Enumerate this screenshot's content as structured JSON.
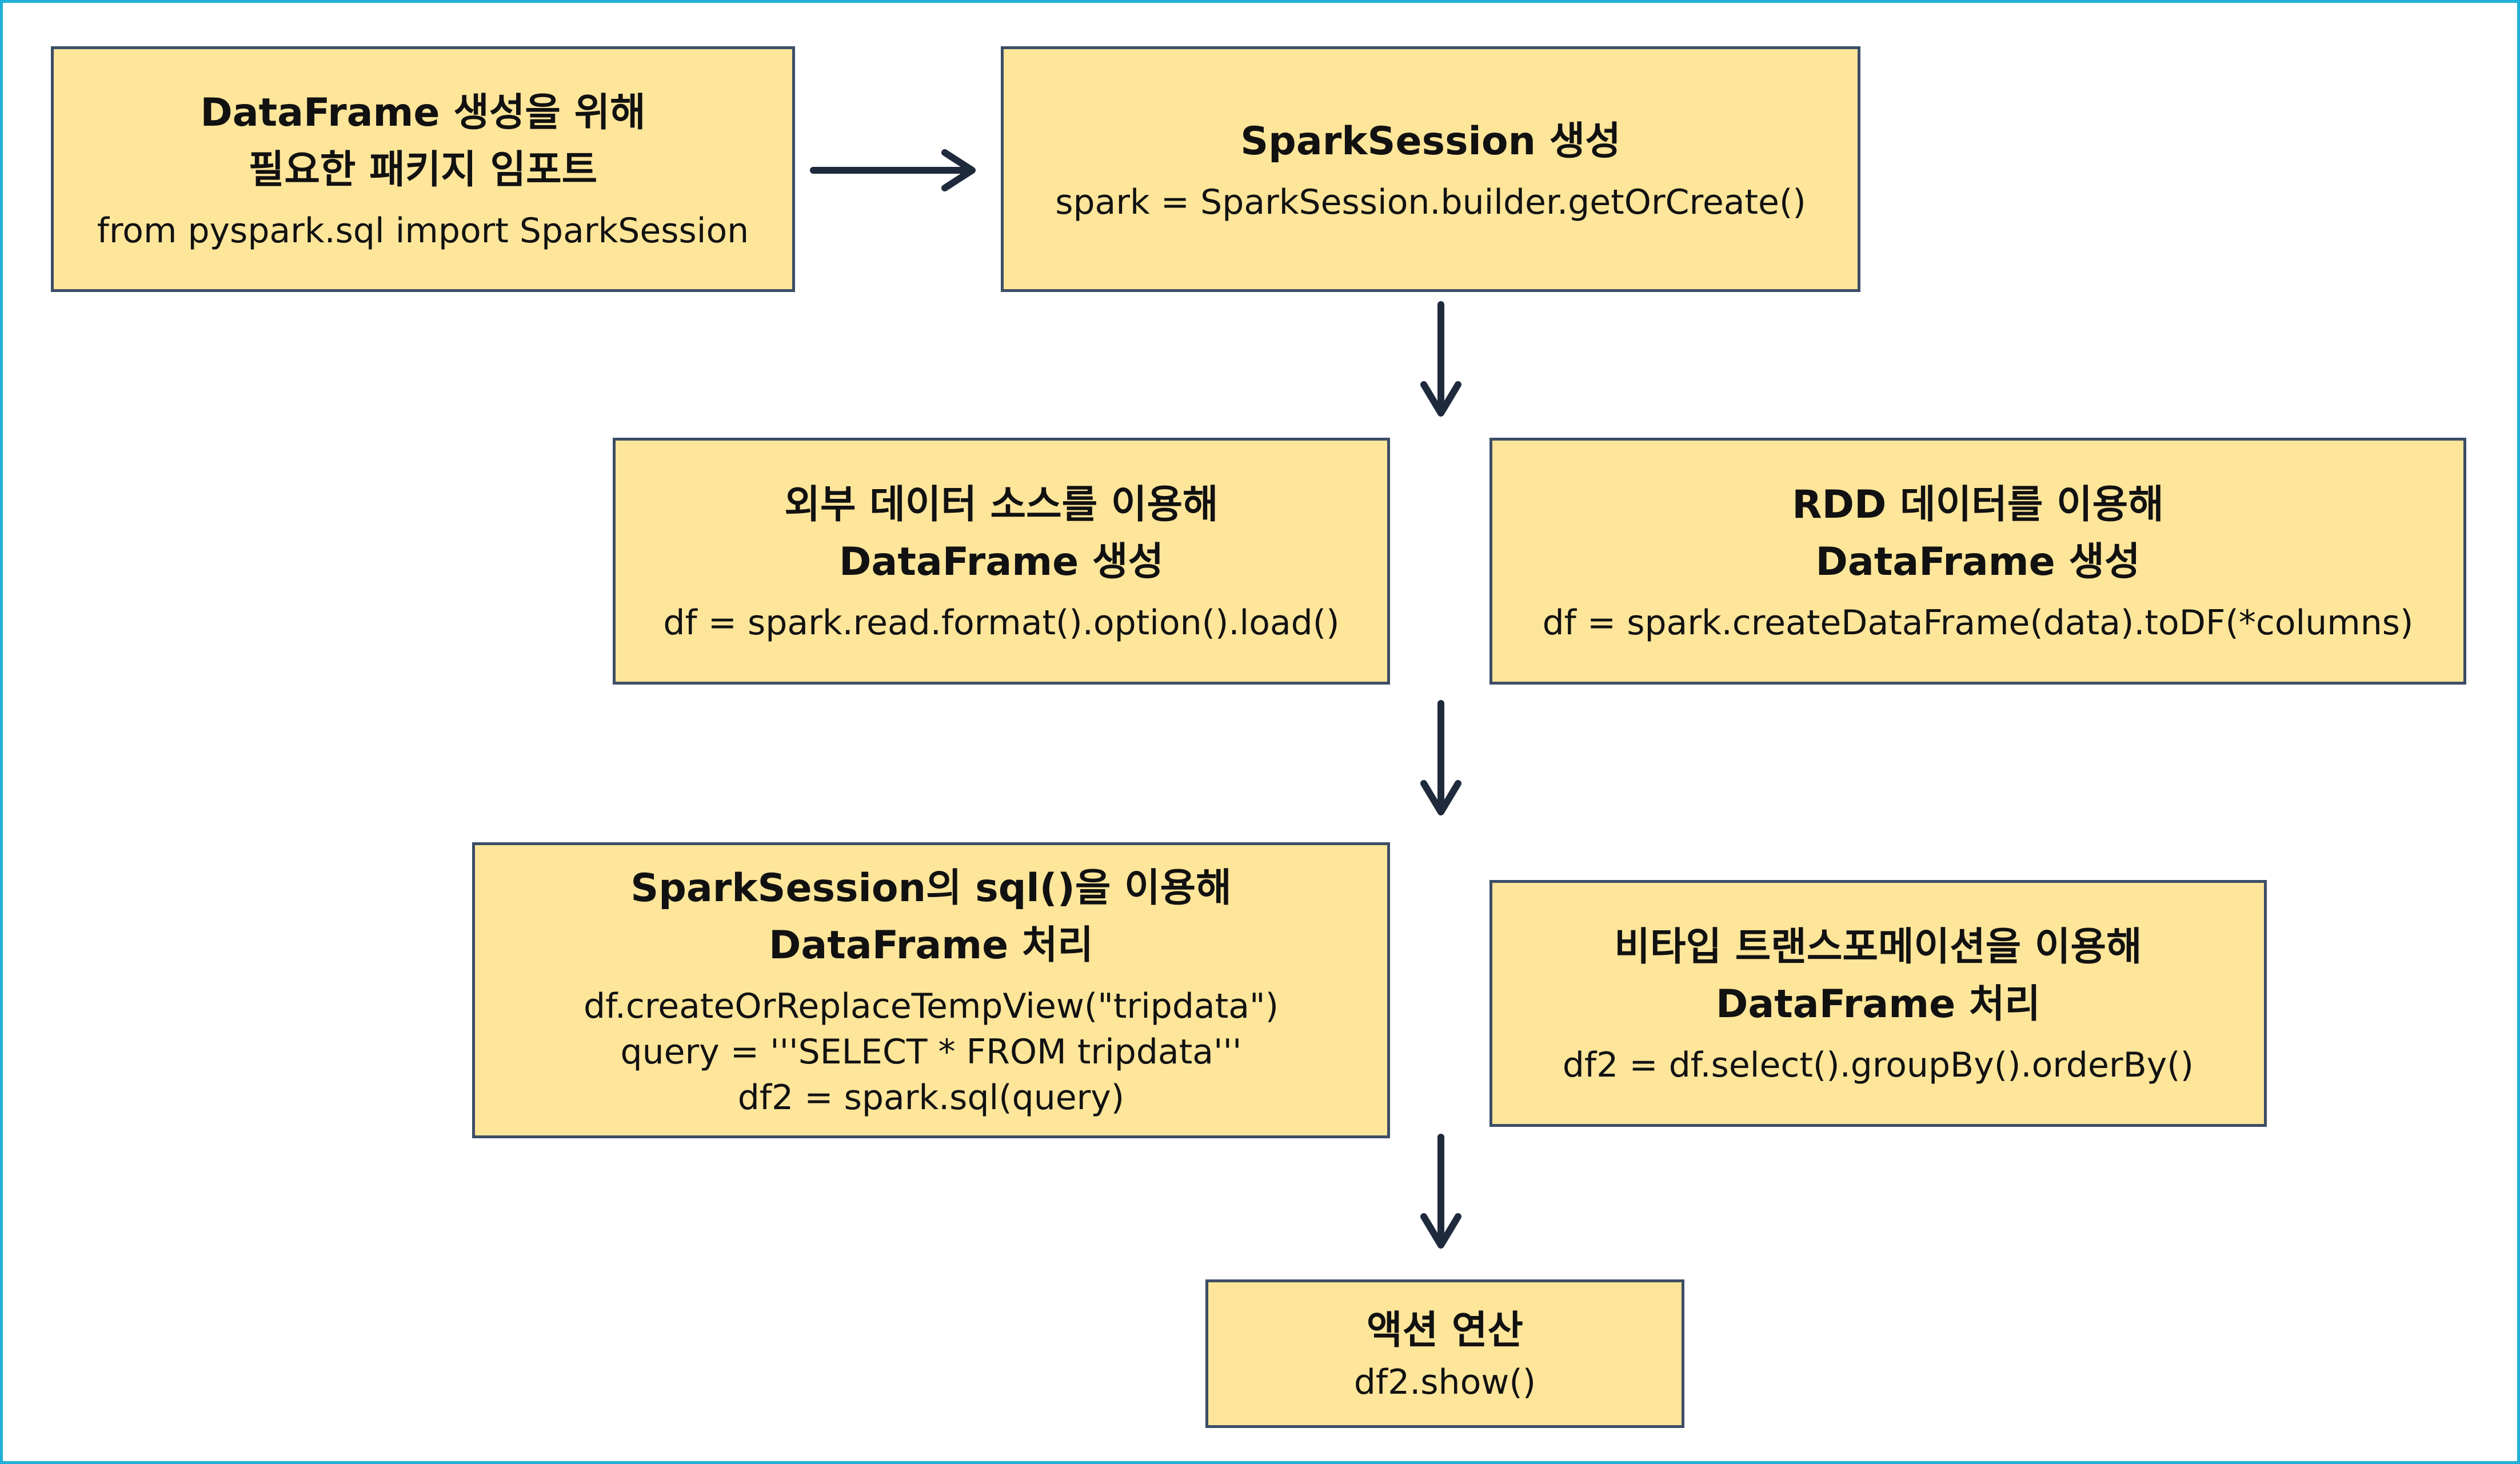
{
  "boxes": {
    "import": {
      "title": "DataFrame 생성을 위해\n필요한 패키지 임포트",
      "code": "from pyspark.sql import SparkSession"
    },
    "session": {
      "title": "SparkSession 생성",
      "code": "spark = SparkSession.builder.getOrCreate()"
    },
    "external": {
      "title": "외부 데이터 소스를 이용해\nDataFrame 생성",
      "code": "df = spark.read.format().option().load()"
    },
    "rdd": {
      "title": "RDD 데이터를 이용해\nDataFrame 생성",
      "code": "df = spark.createDataFrame(data).toDF(*columns)"
    },
    "sql": {
      "title": "SparkSession의 sql()을 이용해\nDataFrame 처리",
      "code": "df.createOrReplaceTempView(\"tripdata\")\nquery = '''SELECT * FROM tripdata'''\ndf2 = spark.sql(query)"
    },
    "untyped": {
      "title": "비타입 트랜스포메이션을 이용해\nDataFrame 처리",
      "code": "df2 = df.select().groupBy().orderBy()"
    },
    "action": {
      "title": "액션 연산",
      "code": "df2.show()"
    }
  },
  "colors": {
    "box_fill": "#fde59a",
    "box_border": "#3c4d66",
    "arrow": "#1f2a3c",
    "frame": "#1fb0d6"
  }
}
